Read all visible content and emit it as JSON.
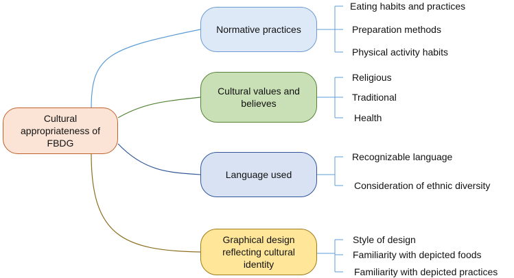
{
  "root": {
    "lines": [
      "Cultural",
      "appropriateness of",
      "FBDG"
    ]
  },
  "branches": [
    {
      "lines": [
        "Normative practices"
      ],
      "leaves": [
        "Eating habits and practices",
        "Preparation methods",
        "Physical activity habits"
      ]
    },
    {
      "lines": [
        "Cultural values and",
        "believes"
      ],
      "leaves": [
        "Religious",
        "Traditional",
        "Health"
      ]
    },
    {
      "lines": [
        "Language used"
      ],
      "leaves": [
        "Recognizable language",
        "Consideration of ethnic diversity"
      ]
    },
    {
      "lines": [
        "Graphical design",
        "reflecting cultural",
        "identity"
      ],
      "leaves": [
        "Style of design",
        "Familiarity with depicted foods",
        "Familiarity with depicted practices"
      ]
    }
  ],
  "colors": {
    "connector_blue_light": "#5b9bd5",
    "connector_green": "#548235",
    "connector_blue_dark": "#2f5597",
    "connector_gold": "#8c6d1f",
    "bracket": "#5b9bd5"
  }
}
